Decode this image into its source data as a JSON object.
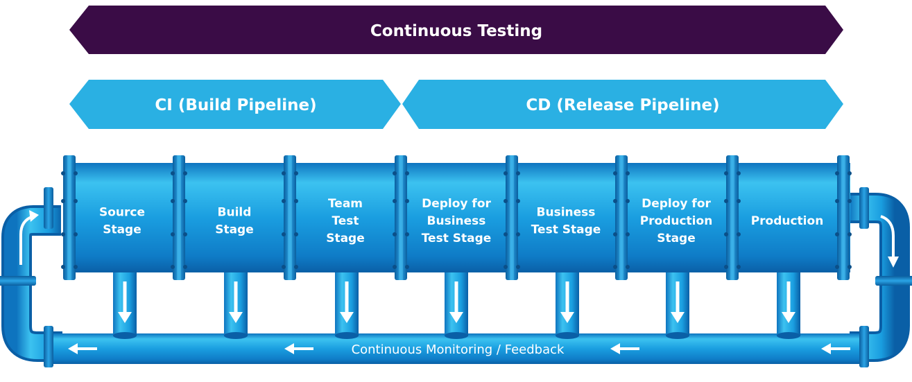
{
  "banners": {
    "testing": "Continuous Testing",
    "ci": "CI (Build Pipeline)",
    "cd": "CD (Release Pipeline)"
  },
  "stages": [
    {
      "id": "source",
      "lines": [
        "Source",
        "Stage"
      ]
    },
    {
      "id": "build",
      "lines": [
        "Build",
        "Stage"
      ]
    },
    {
      "id": "team-test",
      "lines": [
        "Team",
        "Test",
        "Stage"
      ]
    },
    {
      "id": "deploy-business-test",
      "lines": [
        "Deploy for",
        "Business",
        "Test Stage"
      ]
    },
    {
      "id": "business-test",
      "lines": [
        "Business",
        "Test Stage"
      ]
    },
    {
      "id": "deploy-production",
      "lines": [
        "Deploy for",
        "Production",
        "Stage"
      ]
    },
    {
      "id": "production",
      "lines": [
        "Production"
      ]
    }
  ],
  "feedback": {
    "label": "Continuous Monitoring / Feedback"
  },
  "colors": {
    "testing_banner": "#3a0c46",
    "pipeline_banner": "#2ab0e3",
    "pipe_light": "#3cc2f0",
    "pipe_mid": "#1390d6",
    "pipe_dark": "#0a5fa6",
    "flange": "#1779c4"
  }
}
